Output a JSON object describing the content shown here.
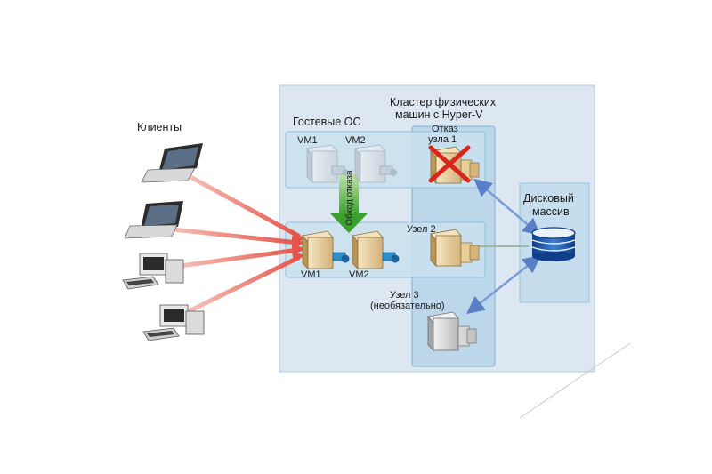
{
  "cluster": {
    "title_line1": "Кластер физических",
    "title_line2": "машин с Hyper-V"
  },
  "guest_os": {
    "label": "Гостевые ОС"
  },
  "clients": {
    "label": "Клиенты"
  },
  "faded_vms": {
    "vm1": "VM1",
    "vm2": "VM2"
  },
  "active_vms": {
    "vm1": "VM1",
    "vm2": "VM2"
  },
  "failover": {
    "label": "Обход отказа"
  },
  "node1": {
    "line1": "Отказ",
    "line2": "узла 1"
  },
  "node2": {
    "label": "Узел 2"
  },
  "node3": {
    "line1": "Узел 3",
    "line2": "(необязательно)"
  },
  "storage": {
    "line1": "Дисковый",
    "line2": "массив"
  },
  "colors": {
    "cluster_fill": "#dce7f1",
    "band_fill": "#c6ddee",
    "column_fill": "#b6d3e8",
    "client_arrow": "#e8746a",
    "failover_arrow": "#4caf3a",
    "storage_arrow": "#5b7fc7",
    "fail_cross": "#d9261c"
  }
}
